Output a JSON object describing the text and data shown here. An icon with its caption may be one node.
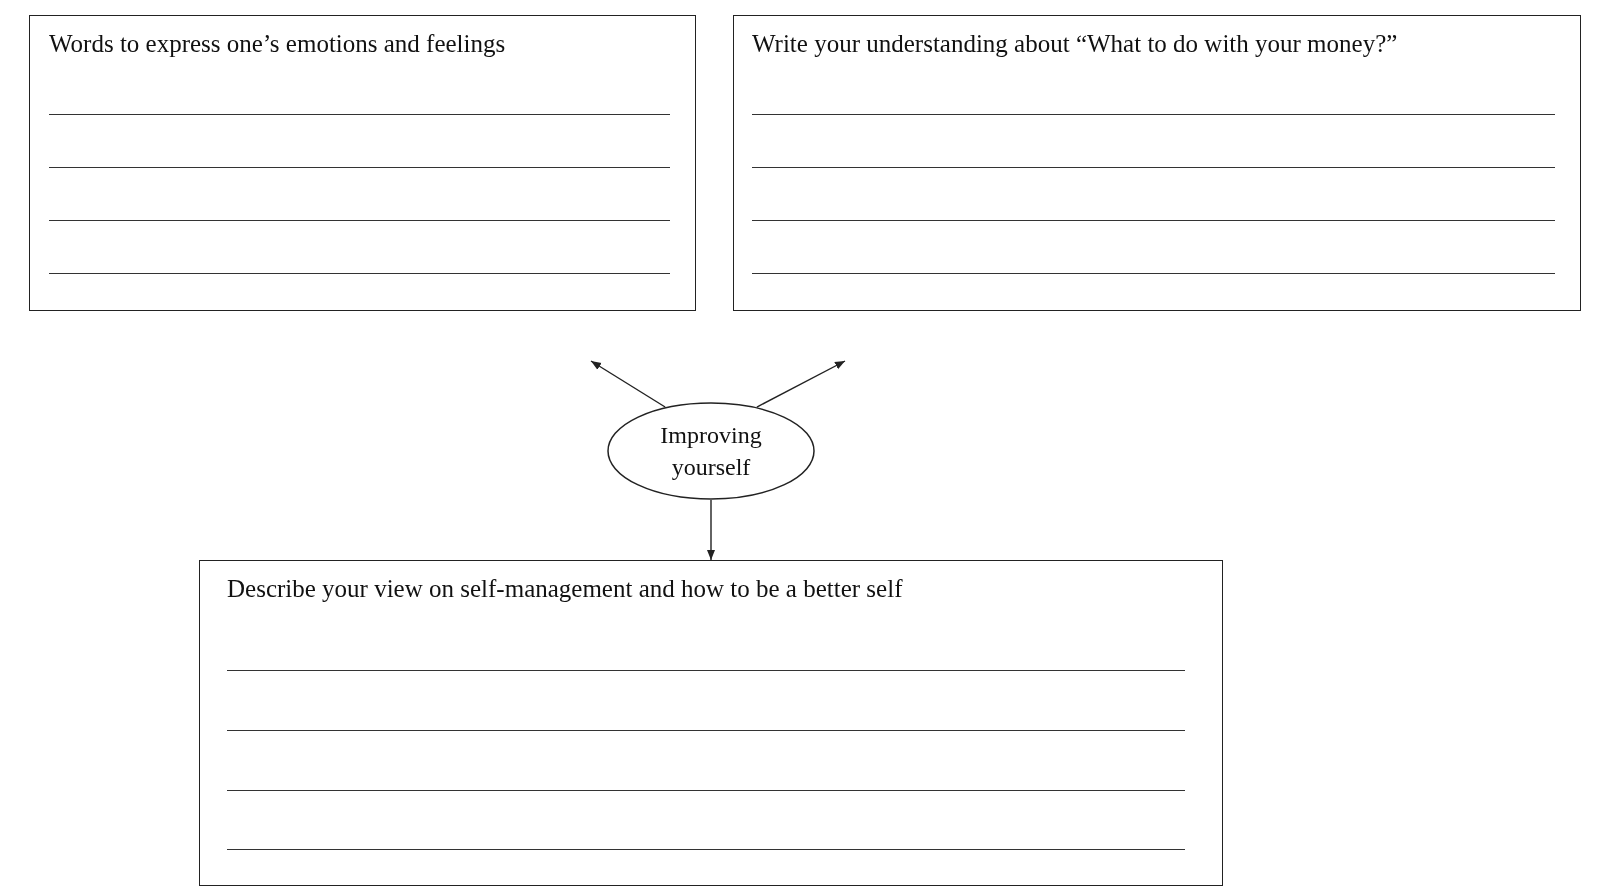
{
  "diagram": {
    "nodes": [
      {
        "text": [
          "Words to express one’s emotions and feelings"
        ]
      },
      {
        "text": [
          "Write your understanding about “What to do with your money?”"
        ]
      },
      {
        "text": [
          "Improving yourself"
        ]
      },
      {
        "text": [
          "Describe your view on self-management and how to be a better self"
        ]
      }
    ],
    "edges": [
      {
        "from": 2,
        "to": null,
        "arrow": "to"
      },
      {
        "from": 2,
        "to": null,
        "arrow": "to"
      },
      {
        "from": 2,
        "to": 3,
        "arrow": "to"
      }
    ]
  }
}
